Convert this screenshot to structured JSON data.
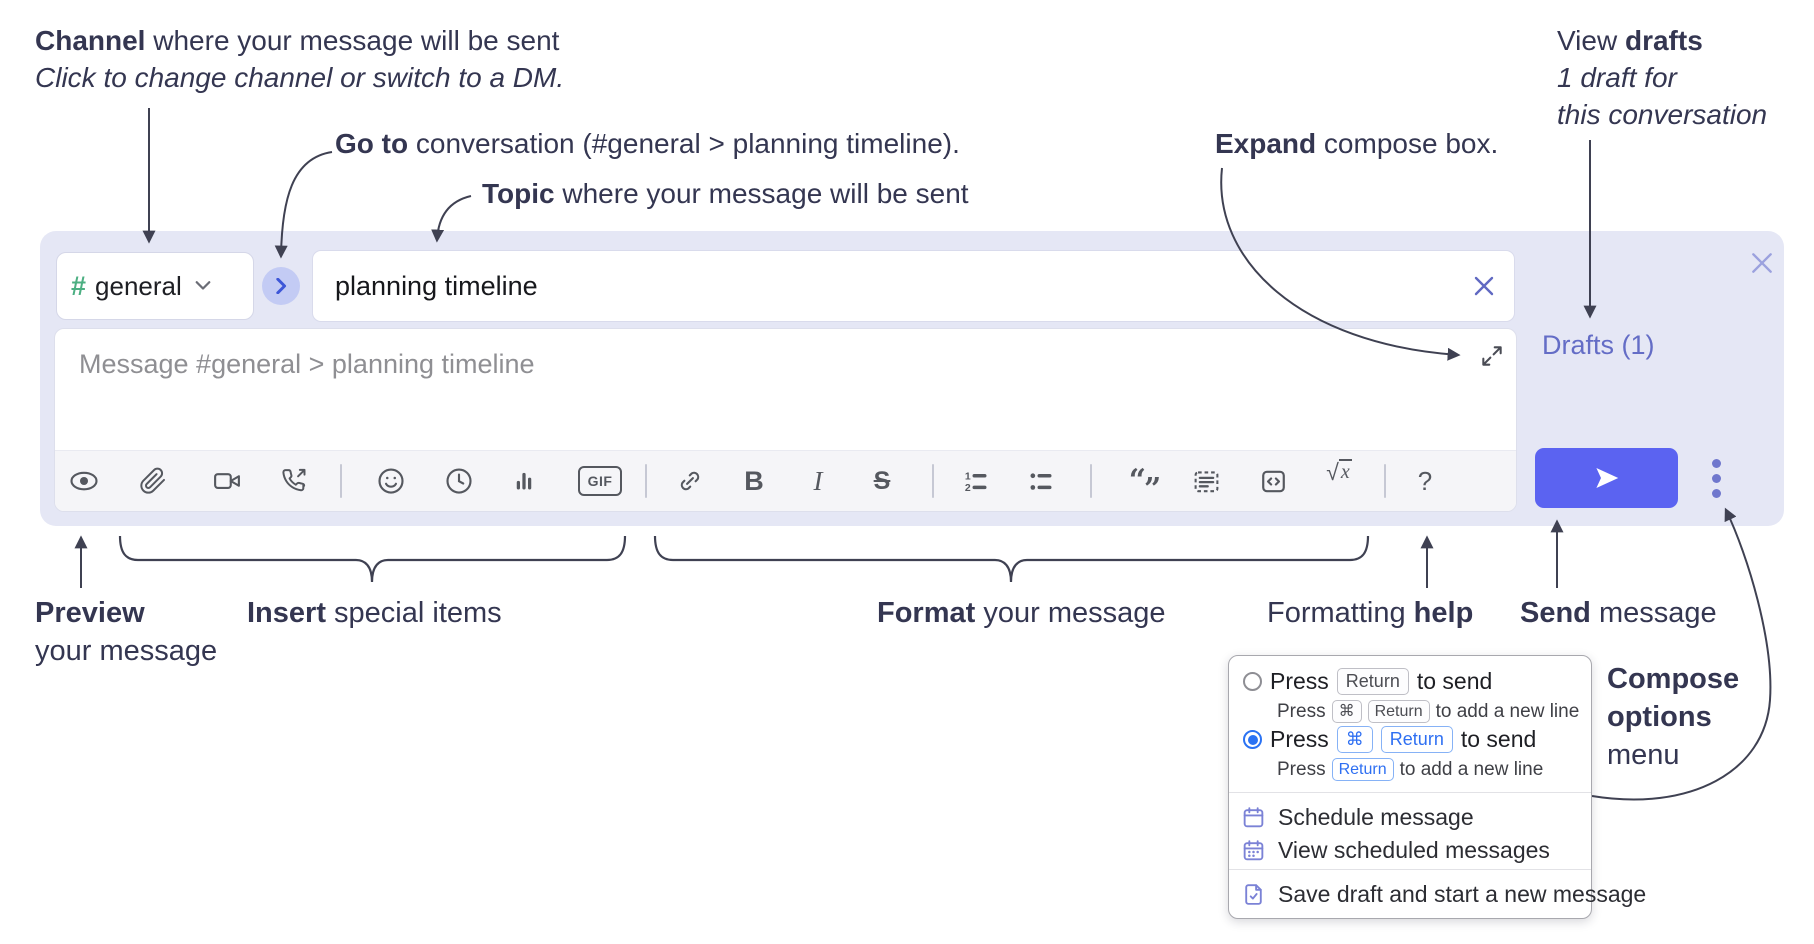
{
  "annotations": {
    "channel": {
      "bold": "Channel",
      "rest": " where your message will be sent",
      "line2": "Click to change channel or switch to a DM."
    },
    "goto": {
      "bold": "Go to",
      "rest": " conversation (#general > planning timeline)."
    },
    "topic": {
      "bold": "Topic",
      "rest": " where your message will be sent"
    },
    "expand": {
      "bold": "Expand",
      "rest": " compose box."
    },
    "view_drafts": {
      "pre": "View ",
      "bold": "drafts",
      "line2": "1 draft for",
      "line3": "this conversation"
    },
    "preview": {
      "bold": "Preview",
      "line2": "your message"
    },
    "insert": {
      "bold": "Insert",
      "rest": " special items"
    },
    "format": {
      "bold": "Format",
      "rest": " your message"
    },
    "formatting_help": {
      "pre": "Formatting ",
      "bold": "help"
    },
    "send": {
      "bold": "Send",
      "rest": " message"
    },
    "compose_options": {
      "line1": "Compose",
      "line2": "options",
      "line3": "menu"
    }
  },
  "composer": {
    "channel_hash": "#",
    "channel_name": "general",
    "topic_value": "planning timeline",
    "message_placeholder": "Message #general > planning timeline",
    "drafts_label": "Drafts (1)",
    "toolbar_labels": {
      "bold": "B",
      "italic": "I",
      "strike": "S",
      "gif": "GIF",
      "quote_open": "“",
      "quote_close": "”",
      "math_root": "√",
      "math_x": "x",
      "help": "?",
      "ol_1": "1",
      "ol_2": "2"
    }
  },
  "popup": {
    "option1": {
      "press": "Press",
      "key": "Return",
      "suffix": "to send",
      "sub_press": "Press",
      "sub_key1": "⌘",
      "sub_key2": "Return",
      "sub_suffix": "to add a new line"
    },
    "option2": {
      "press": "Press",
      "key1": "⌘",
      "key2": "Return",
      "suffix": "to send",
      "sub_press": "Press",
      "sub_key": "Return",
      "sub_suffix": "to add a new line"
    },
    "schedule": "Schedule message",
    "view_scheduled": "View scheduled messages",
    "save_draft": "Save draft and start a new message"
  },
  "colors": {
    "composer_bg": "#e5e7f5",
    "send_button": "#5b63f1",
    "drafts_link": "#646dc6",
    "radio_selected": "#2a72f3",
    "menu_icon_purple": "#7b82d6",
    "hash_green": "#4caf82",
    "keycap_blue": "#2e6ff2",
    "annotation_ink": "#343651"
  }
}
